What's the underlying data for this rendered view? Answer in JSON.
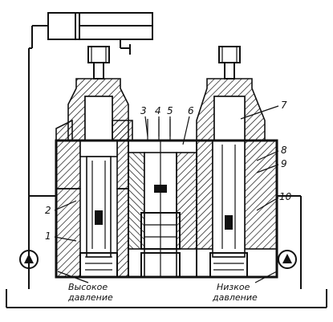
{
  "callouts": {
    "n1": "1",
    "n2": "2",
    "n3": "3",
    "n4": "4",
    "n5": "5",
    "n6": "6",
    "n7": "7",
    "n8": "8",
    "n9": "9",
    "n10": "10"
  },
  "captions": {
    "high_line1": "Высокое",
    "high_line2": "давление",
    "low_line1": "Низкое",
    "low_line2": "давление"
  },
  "colors": {
    "ink": "#111111",
    "paper": "#ffffff"
  }
}
